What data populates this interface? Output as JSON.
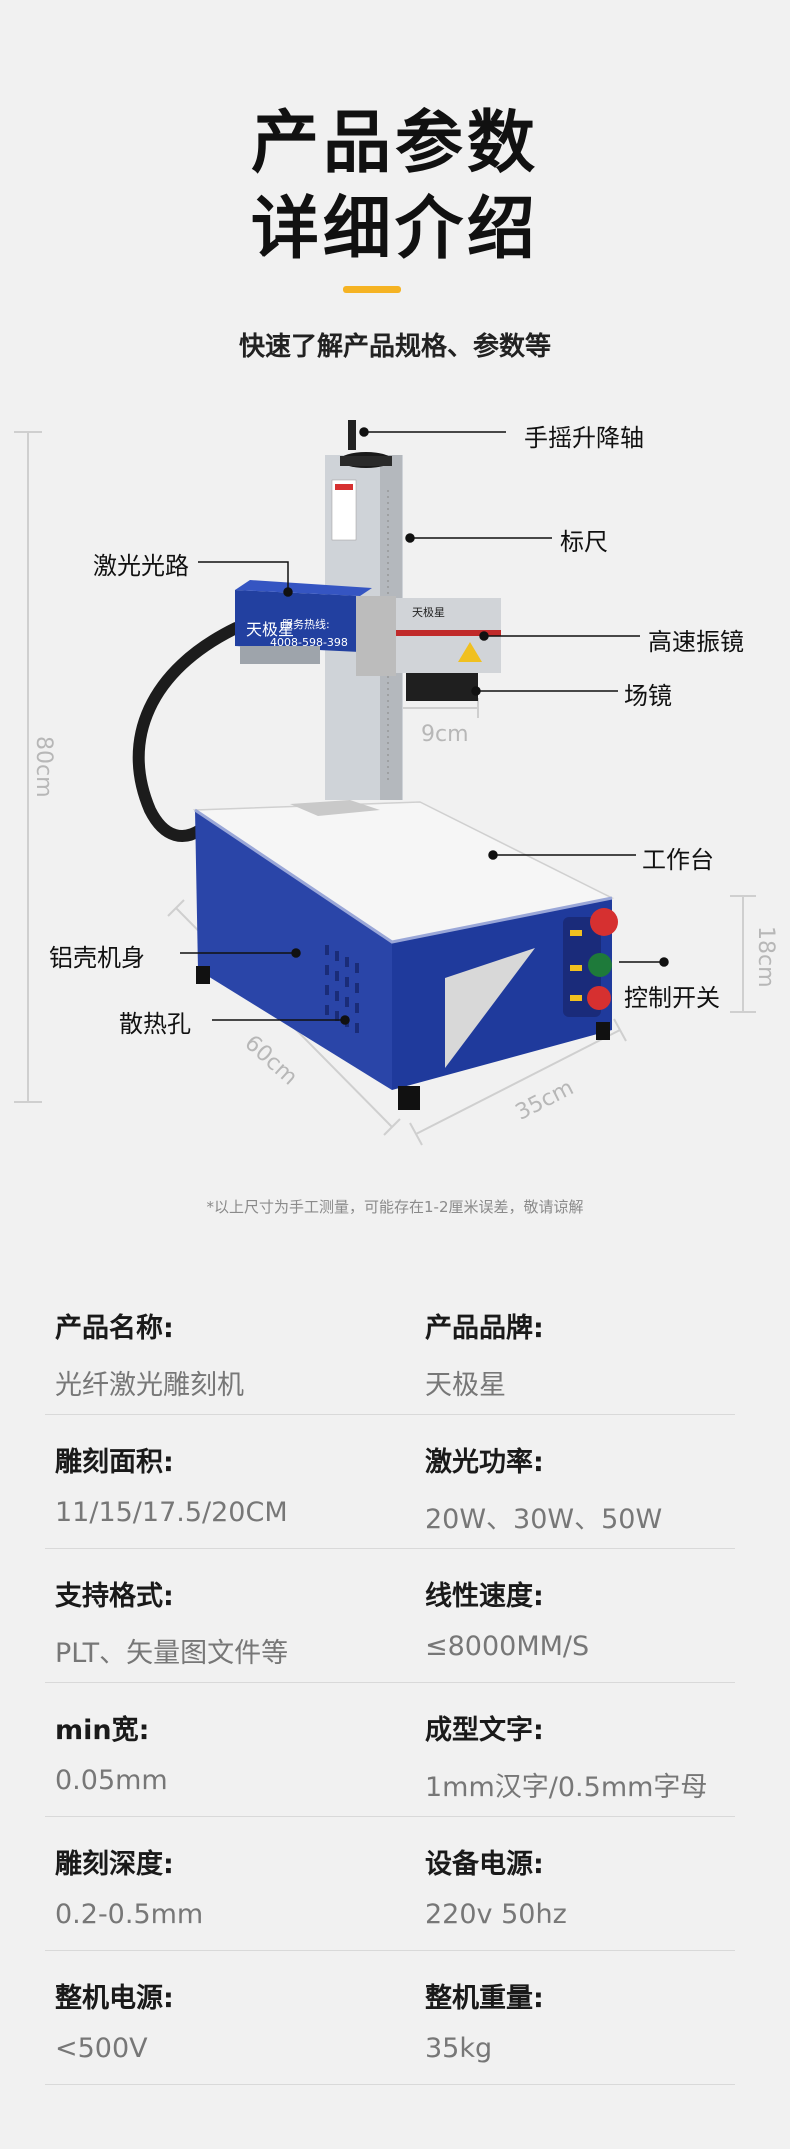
{
  "header": {
    "title_line1": "产品参数",
    "title_line2": "详细介绍",
    "subtitle": "快速了解产品规格、参数等",
    "accent_color": "#f5b323"
  },
  "diagram": {
    "labels": {
      "handwheel_axis": "手摇升降轴",
      "scale": "标尺",
      "laser_path": "激光光路",
      "galvo": "高速振镜",
      "field_lens": "场镜",
      "worktable": "工作台",
      "aluminum_shell": "铝壳机身",
      "control_switch": "控制开关",
      "vents": "散热孔"
    },
    "dimensions": {
      "height": "80cm",
      "lens_width": "9cm",
      "length": "60cm",
      "width": "35cm",
      "body_height": "18cm"
    },
    "head_label_brand": "天极星",
    "head_label_text": "服务热线:",
    "head_label_phone": "4008-598-398",
    "galvo_brand": "天极星"
  },
  "note": "*以上尺寸为手工测量，可能存在1-2厘米误差，敬请谅解",
  "specs": [
    [
      {
        "key": "产品名称:",
        "value": "光纤激光雕刻机"
      },
      {
        "key": "产品品牌:",
        "value": "天极星"
      }
    ],
    [
      {
        "key": "雕刻面积:",
        "value": "11/15/17.5/20CM"
      },
      {
        "key": "激光功率:",
        "value": "20W、30W、50W"
      }
    ],
    [
      {
        "key": "支持格式:",
        "value": "PLT、矢量图文件等"
      },
      {
        "key": "线性速度:",
        "value": " ≤8000MM/S"
      }
    ],
    [
      {
        "key": "min宽:",
        "value": "0.05mm"
      },
      {
        "key": "成型文字:",
        "value": "1mm汉字/0.5mm字母"
      }
    ],
    [
      {
        "key": "雕刻深度:",
        "value": "0.2-0.5mm"
      },
      {
        "key": "设备电源:",
        "value": "220v 50hz"
      }
    ],
    [
      {
        "key": "整机电源:",
        "value": " <500V"
      },
      {
        "key": "整机重量:",
        "value": "35kg"
      }
    ]
  ]
}
